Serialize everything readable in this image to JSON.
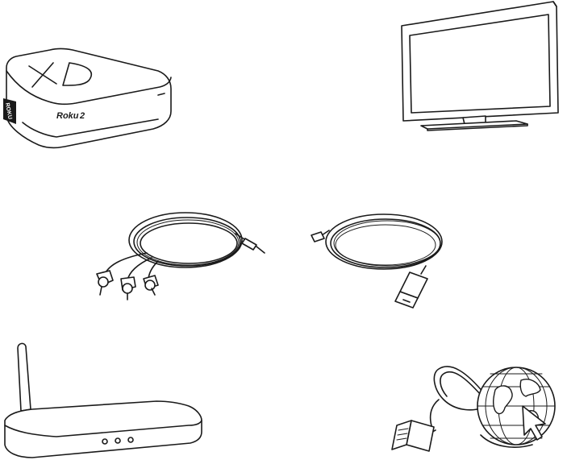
{
  "roku_box": {
    "top_logo": "XD",
    "brand_front": "Roku",
    "model_front": "2",
    "side_label": "ROKU"
  }
}
